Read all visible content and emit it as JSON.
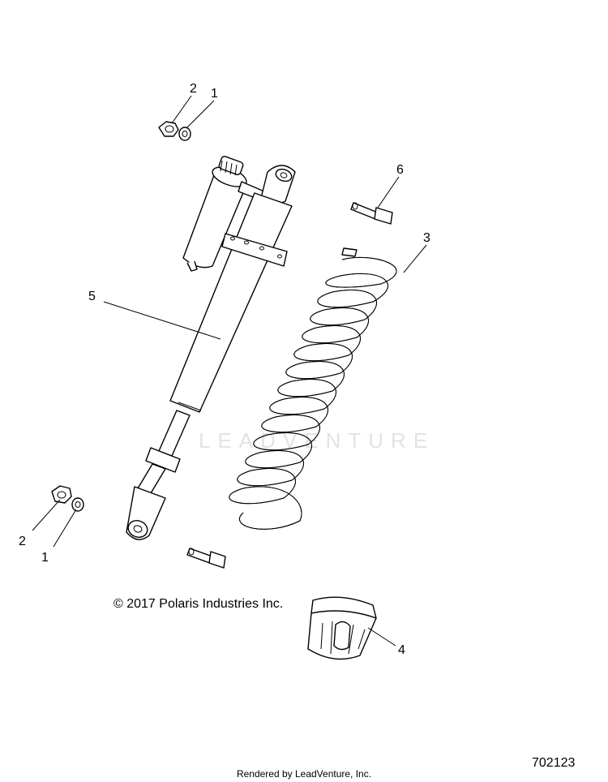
{
  "callouts": {
    "top_washer": "1",
    "top_nut": "2",
    "spring": "3",
    "bumper": "4",
    "shock": "5",
    "bolt": "6",
    "bottom_nut": "2",
    "bottom_washer": "1"
  },
  "watermark": "LEADVENTURE",
  "copyright": "© 2017 Polaris Industries Inc.",
  "document_number": "702123",
  "rendered_by": "Rendered by LeadVenture, Inc."
}
